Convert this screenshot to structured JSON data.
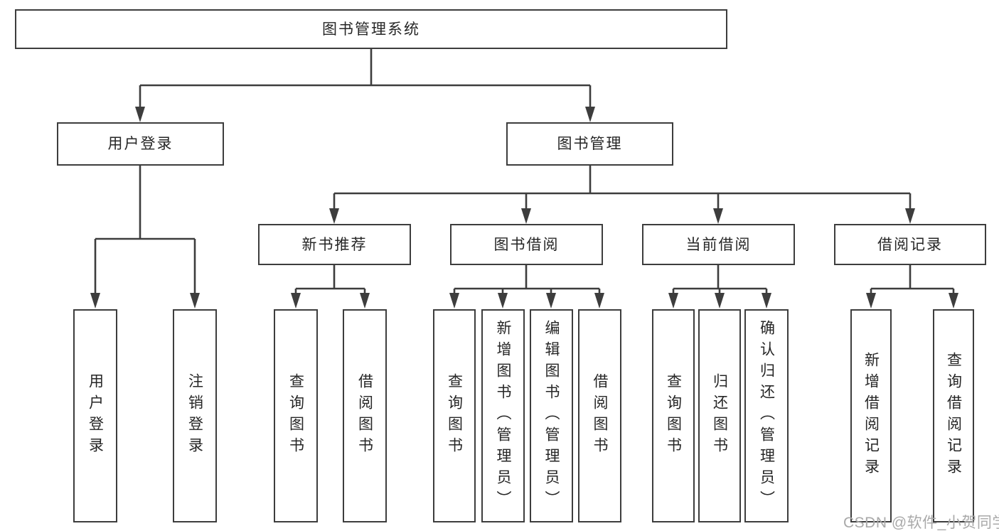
{
  "tree": {
    "root": "图书管理系统",
    "branches": [
      {
        "label": "用户登录",
        "children": [
          "用户登录",
          "注销登录"
        ]
      },
      {
        "label": "图书管理",
        "groups": [
          {
            "label": "新书推荐",
            "children": [
              "查询图书",
              "借阅图书"
            ]
          },
          {
            "label": "图书借阅",
            "children": [
              "查询图书",
              "新增图书（管理员）",
              "编辑图书（管理员）",
              "借阅图书"
            ]
          },
          {
            "label": "当前借阅",
            "children": [
              "查询图书",
              "归还图书",
              "确认归还（管理员）"
            ]
          },
          {
            "label": "借阅记录",
            "children": [
              "新增借阅记录",
              "查询借阅记录"
            ]
          }
        ]
      }
    ]
  },
  "watermark": {
    "text": "CSDN @软件_小贺同学"
  },
  "colors": {
    "line": "#3d3d3d",
    "text": "#262626",
    "watermark": "#a9a9a9",
    "background": "#ffffff"
  }
}
